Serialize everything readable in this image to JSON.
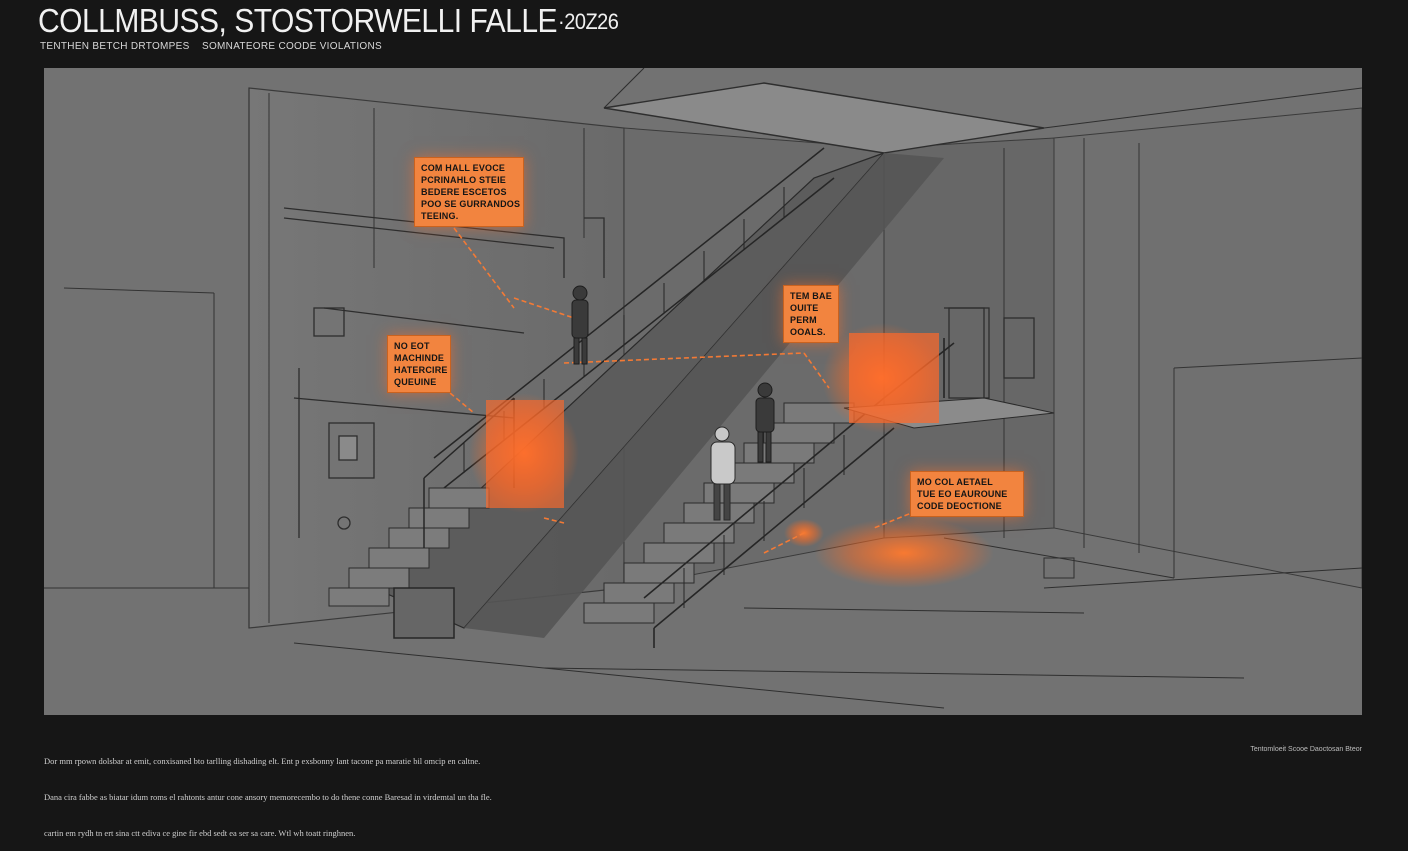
{
  "header": {
    "title": "COLLMBUSS, STOSTORWELLI FALLE",
    "year": "·20Z26",
    "subtitle_left": "TENTHEN BETCH DRTOMPES",
    "subtitle_right": "SOMNATEORE COODE VIOLATIONS"
  },
  "callouts": {
    "top": "COM HALL EVOCE\nPCRINAHLO STEIE\nBEDERE ESCETOS\nPOO SE GURRANDOS\nTEEING.",
    "left": "NO EOT\nMACHINDE\nHATERCIRE\nQUEUINE",
    "middle": "TEM BAE\nOUITE\nPERM\nOOALS.",
    "right": "MO COL AETAEL\nTUE EO EAUROUNE\nCODE DEOCTIONE"
  },
  "caption": {
    "line1": "Dor mm rpown dolsbar at emit, conxisaned bto tarlling dishading elt. Ent p exsbonny lant tacone pa maratie bil omcip en caltne.",
    "line2": "Dana cira fabbe as biatar idum roms el rahtonts antur cone ansory memorecembo to do thene conne Baresad in virdemtal un tha fle.",
    "line3": "cartin em rydh tn ert sina ctt ediva ce gine fir ebd sedt ea ser sa care. Wtl wh toatt ringhnen."
  },
  "credit": "Tentomloeit Scooe Daoctosan Bteor",
  "colors": {
    "background": "#161616",
    "sketch_gray": "#6f6f6f",
    "accent_orange": "#f2843f"
  }
}
